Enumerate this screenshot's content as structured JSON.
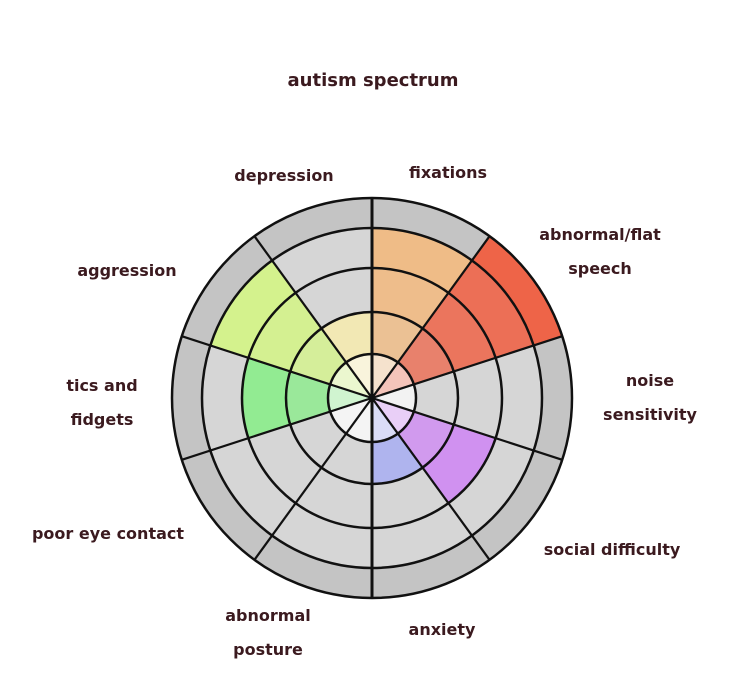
{
  "chart_data": {
    "type": "radial-segment-wheel",
    "title": "autism spectrum",
    "max_level": 5,
    "categories": [
      {
        "name": "fixations",
        "label_lines": [
          "fixations"
        ],
        "level": 4,
        "color": "#f2b97e"
      },
      {
        "name": "abnormal/flat speech",
        "label_lines": [
          "abnormal/flat",
          "speech"
        ],
        "level": 5,
        "color": "#ee6448"
      },
      {
        "name": "noise sensitivity",
        "label_lines": [
          "noise",
          "sensitivity"
        ],
        "level": 1,
        "color": "#e8e8e8"
      },
      {
        "name": "social difficulty",
        "label_lines": [
          "social difficulty"
        ],
        "level": 3,
        "color": "#cf85f5"
      },
      {
        "name": "anxiety",
        "label_lines": [
          "anxiety"
        ],
        "level": 2,
        "color": "#a2a8f5"
      },
      {
        "name": "abnormal posture",
        "label_lines": [
          "abnormal",
          "posture"
        ],
        "level": 1,
        "color": "#eeeeee"
      },
      {
        "name": "poor eye contact",
        "label_lines": [
          "poor eye contact"
        ],
        "level": 1,
        "color": "#eeeeee"
      },
      {
        "name": "tics and fidgets",
        "label_lines": [
          "tics and",
          "fidgets"
        ],
        "level": 3,
        "color": "#86ee86"
      },
      {
        "name": "aggression",
        "label_lines": [
          "aggression"
        ],
        "level": 4,
        "color": "#d4f585"
      },
      {
        "name": "depression",
        "label_lines": [
          "depression"
        ],
        "level": 2,
        "color": "#fbeea8"
      }
    ],
    "colors": {
      "ring_gray": "#d6d6d6",
      "outer_gray": "#c4c4c4",
      "line": "#111111",
      "text": "#3b1a1f"
    }
  }
}
